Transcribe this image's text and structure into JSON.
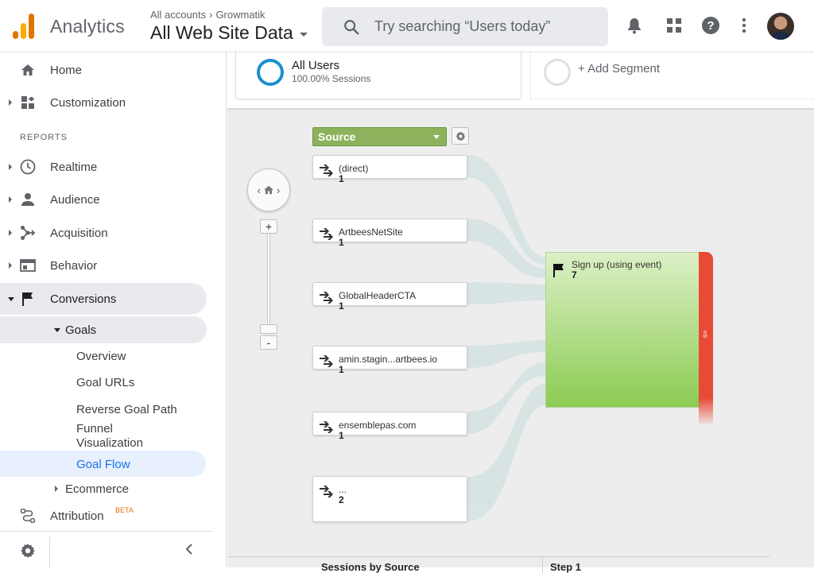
{
  "header": {
    "app_name": "Analytics",
    "account_path": [
      "All accounts",
      "Growmatik"
    ],
    "view_name": "All Web Site Data",
    "search_placeholder": "Try searching “Users today”",
    "icons": [
      "notifications-icon",
      "apps-grid-icon",
      "help-icon",
      "more-vert-icon"
    ]
  },
  "sidebar": {
    "home": "Home",
    "customization": "Customization",
    "reports_header": "REPORTS",
    "realtime": "Realtime",
    "audience": "Audience",
    "acquisition": "Acquisition",
    "behavior": "Behavior",
    "conversions": "Conversions",
    "goals": "Goals",
    "goal_items": [
      "Overview",
      "Goal URLs",
      "Reverse Goal Path",
      "Funnel Visualization",
      "Goal Flow"
    ],
    "ecommerce": "Ecommerce",
    "attribution": "Attribution",
    "attribution_badge": "BETA"
  },
  "segments": {
    "active_name": "All Users",
    "active_sub": "100.00% Sessions",
    "add_label": "+ Add Segment"
  },
  "flow": {
    "dimension": "Source",
    "sources": [
      {
        "name": "(direct)",
        "value": "1"
      },
      {
        "name": "ArtbeesNetSite",
        "value": "1"
      },
      {
        "name": "GlobalHeaderCTA",
        "value": "1"
      },
      {
        "name": "amin.stagin...artbees.io",
        "value": "1"
      },
      {
        "name": "ensemblepas.com",
        "value": "1"
      },
      {
        "name": "...",
        "value": "2"
      }
    ],
    "goal": {
      "name": "Sign up (using event)",
      "value": "7"
    },
    "zoom_in": "+",
    "zoom_out": "-"
  },
  "table": {
    "col1": "Sessions by Source",
    "col2": "Step 1"
  },
  "colors": {
    "accent_blue": "#1a73e8",
    "segment_ring": "#1a8fcf",
    "source_select": "#8db25c",
    "goal_green": "#8ccb53",
    "dropoff_red": "#e84a35",
    "selected_nav": "#e8f0fe"
  }
}
